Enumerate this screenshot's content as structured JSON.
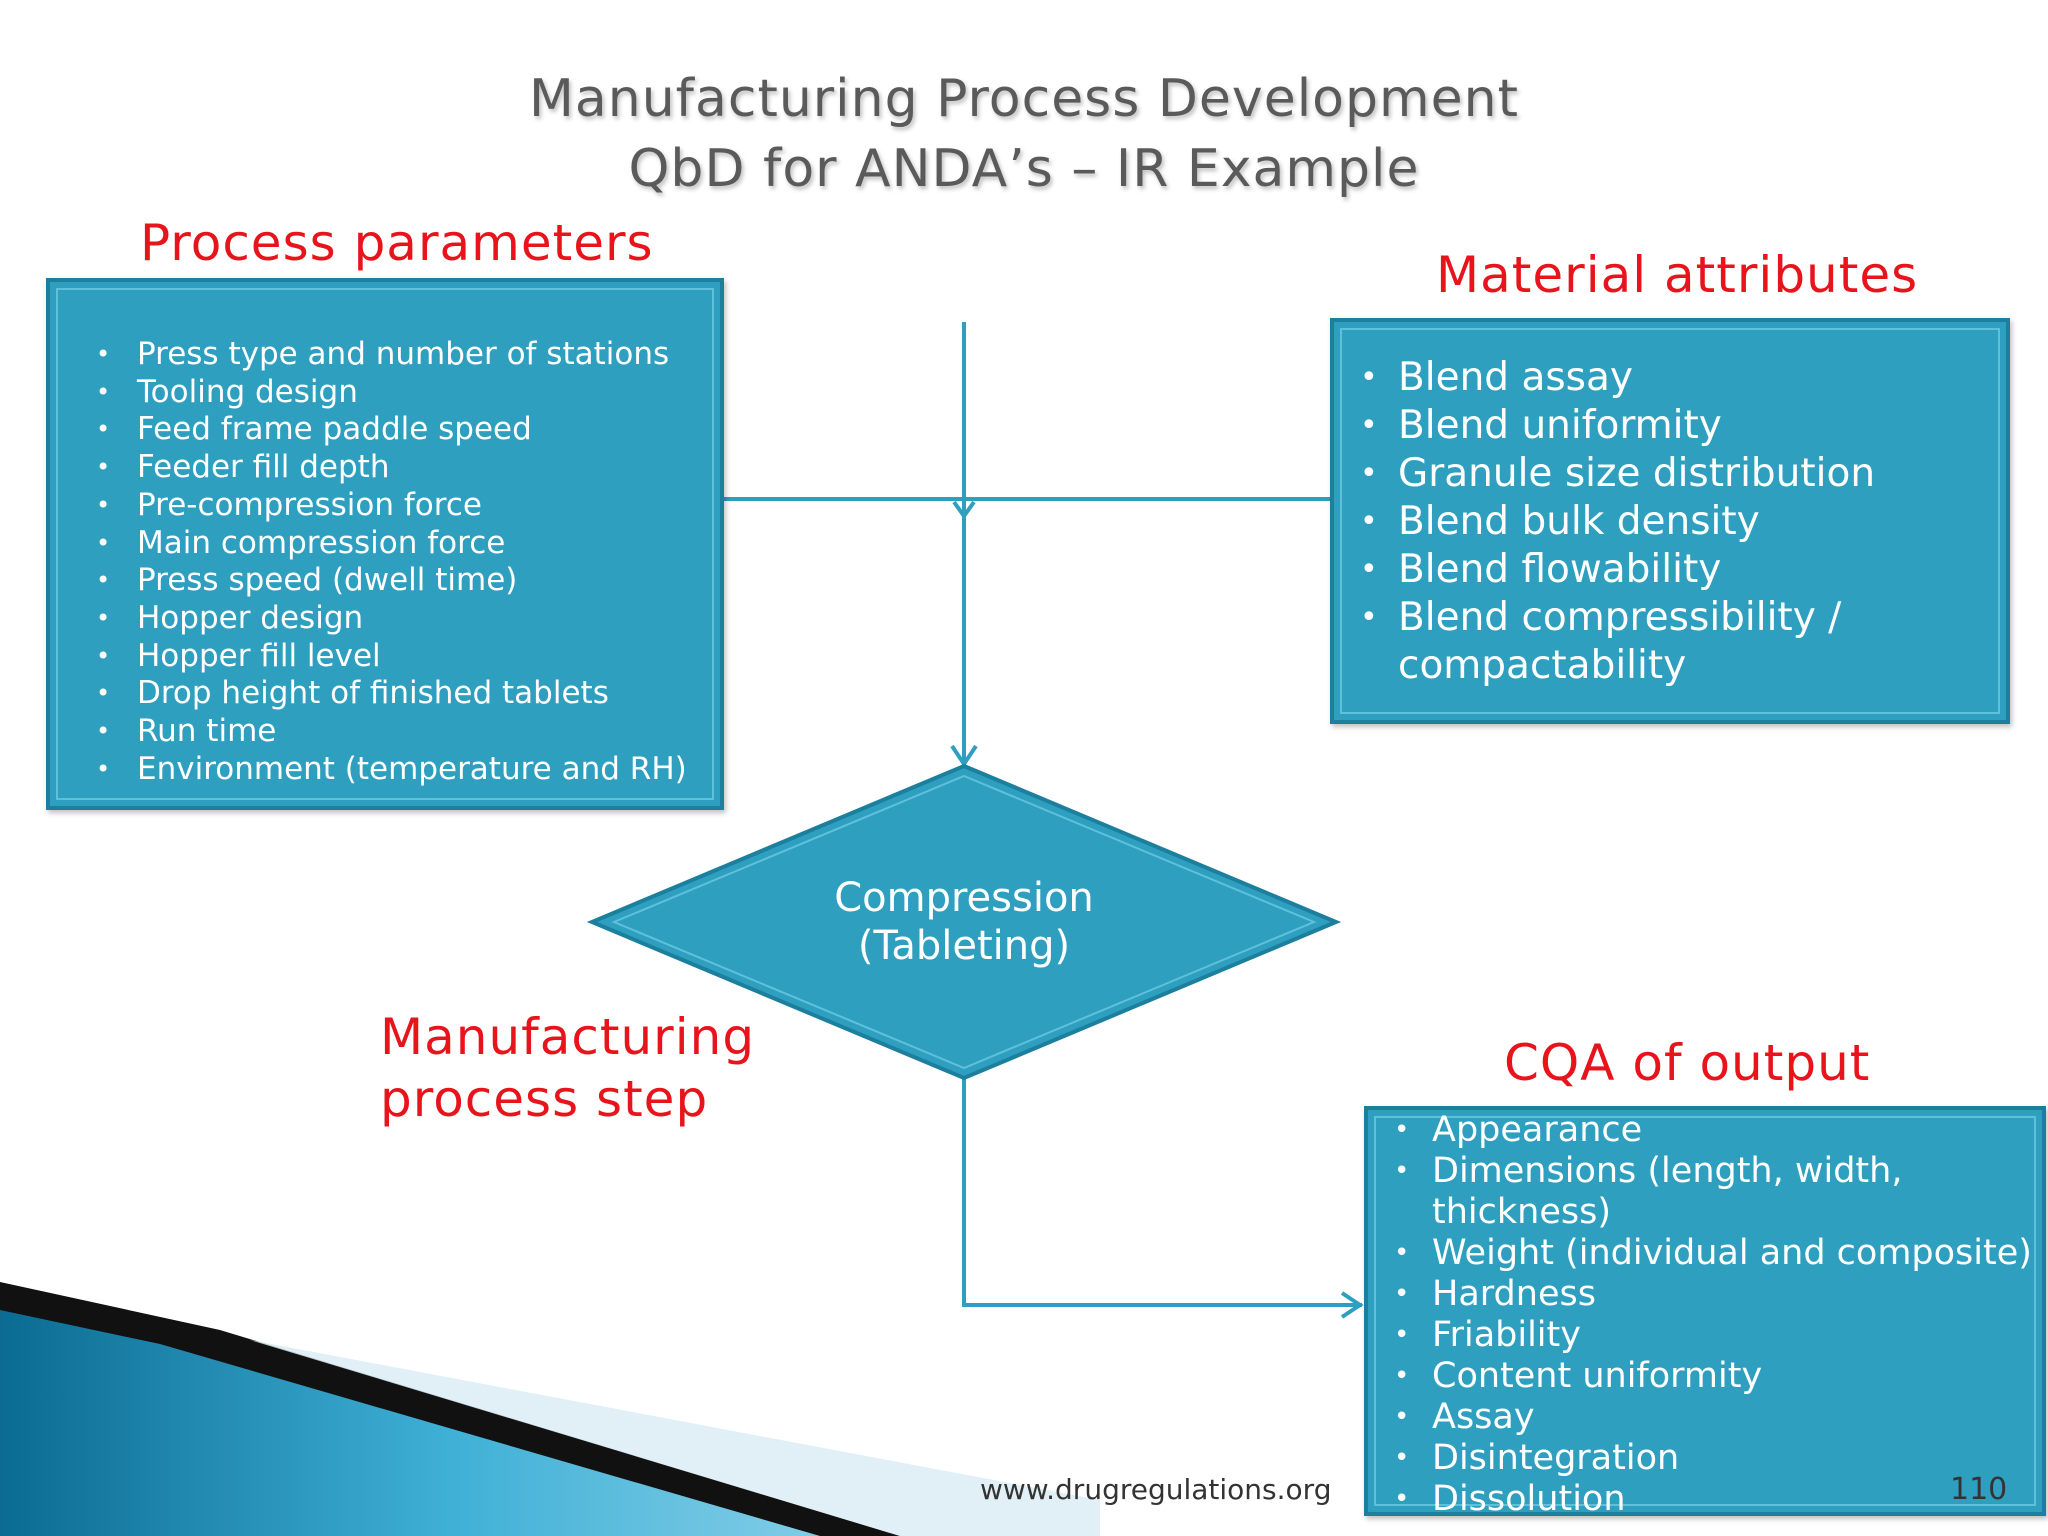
{
  "title": {
    "line1": "Manufacturing Process Development",
    "line2": "QbD for ANDA’s – IR Example"
  },
  "labels": {
    "process_parameters": "Process parameters",
    "material_attributes": "Material attributes",
    "manufacturing_step_line1": "Manufacturing",
    "manufacturing_step_line2": "process step",
    "cqa_output": "CQA of output"
  },
  "process_parameters": [
    "Press type and number of stations",
    "Tooling design",
    "Feed frame paddle speed",
    "Feeder fill depth",
    "Pre-compression force",
    "Main compression force",
    "Press speed (dwell time)",
    "Hopper design",
    "Hopper fill level",
    "Drop height of finished tablets",
    "Run time",
    "Environment (temperature and RH)"
  ],
  "material_attributes": [
    "Blend assay",
    "Blend uniformity",
    "Granule size distribution",
    "Blend bulk density",
    "Blend flowability",
    "Blend compressibility /",
    "compactability"
  ],
  "process_step": {
    "line1": "Compression",
    "line2": "(Tableting)"
  },
  "cqa_of_output": [
    "Appearance",
    "Dimensions (length, width,",
    "thickness)",
    "Weight (individual and composite)",
    "Hardness",
    "Friability",
    "Content uniformity",
    "Assay",
    "Disintegration",
    "Dissolution"
  ],
  "footer": {
    "website": "www.drugregulations.org",
    "page_number": "110"
  },
  "colors": {
    "box_fill": "#2f9fc0",
    "box_border": "#1b7f9d",
    "connector": "#2f9fc0",
    "label_red": "#e8141c",
    "title_gray": "#5a5a5a"
  }
}
